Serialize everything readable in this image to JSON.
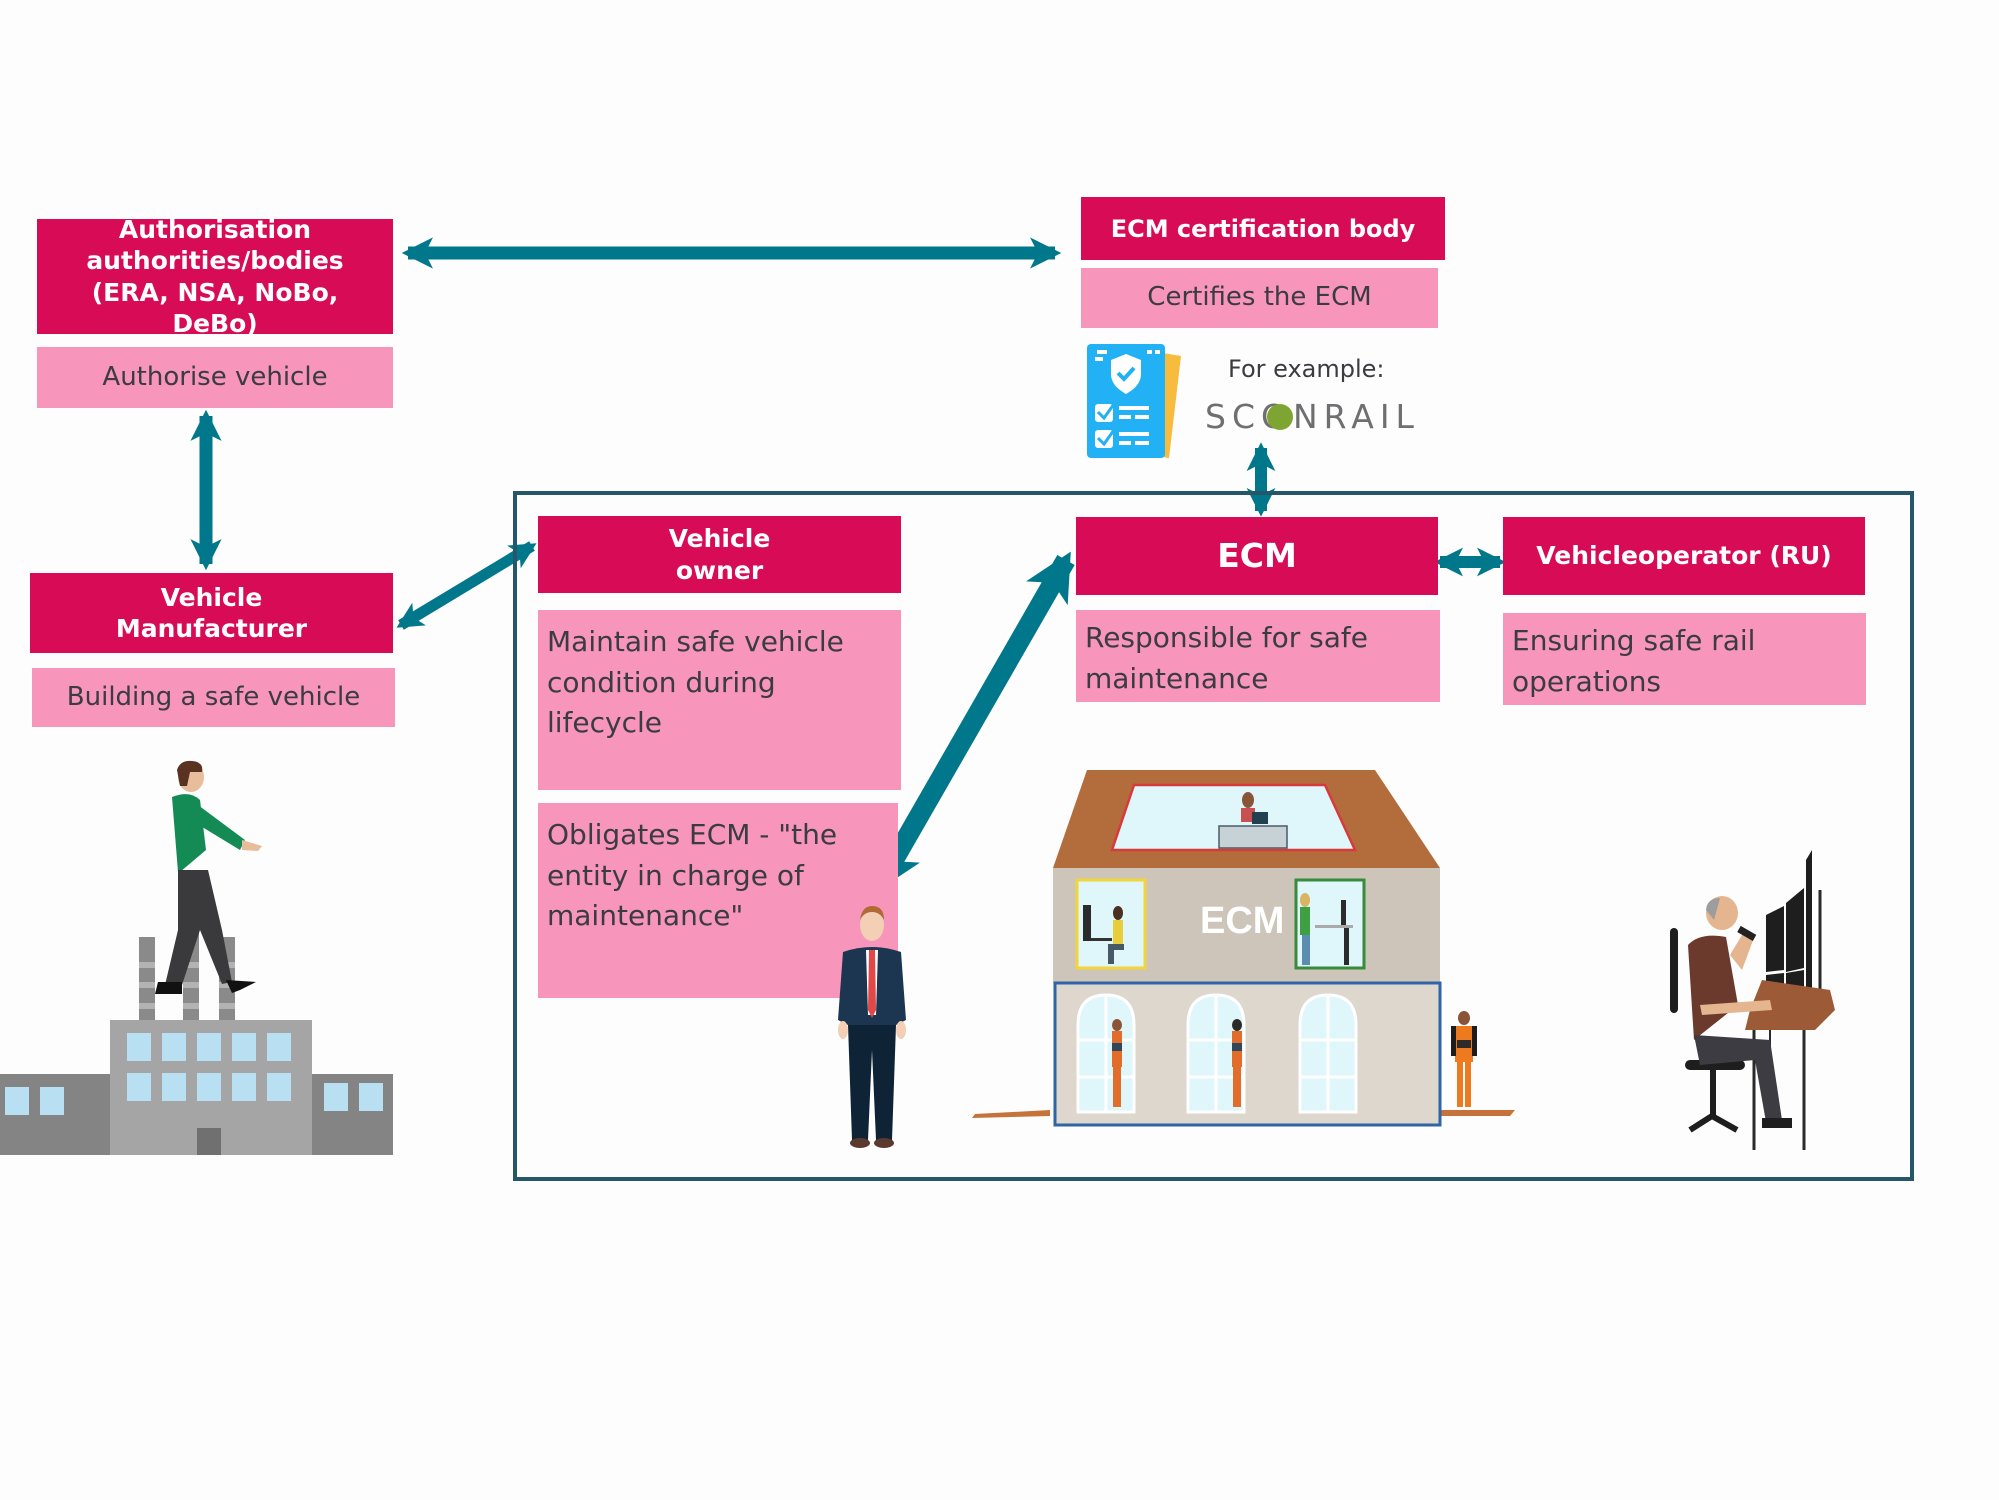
{
  "diagram": {
    "colors": {
      "header_bg": "#d80b57",
      "description_bg": "#f795ba",
      "arrow": "#00778a",
      "frame": "#25566a"
    },
    "authorisation": {
      "title": "Authorisation authorities/bodies (ERA, NSA, NoBo, DeBo)",
      "description": "Authorise vehicle"
    },
    "manufacturer": {
      "title_line1": "Vehicle",
      "title_line2": "Manufacturer",
      "description": "Building a safe vehicle"
    },
    "certification_body": {
      "title": "ECM certification body",
      "description": "Certifies the ECM",
      "example_label": "For example:",
      "example_logo": "SCONRAIL",
      "icon": "certificate-checklist-icon"
    },
    "owner": {
      "title_line1": "Vehicle",
      "title_line2": "owner",
      "description": "Maintain safe vehicle condition during lifecycle",
      "obligation": "Obligates ECM - \"the entity in charge of maintenance\""
    },
    "ecm": {
      "title": "ECM",
      "description": "Responsible for safe maintenance",
      "building_label": "ECM"
    },
    "operator": {
      "title": "Vehicleoperator (RU)",
      "description": "Ensuring safe rail operations"
    },
    "illustrations": [
      "factory-with-walking-man",
      "businessman",
      "ecm-building-with-workers",
      "operator-at-control-desk"
    ],
    "connections": [
      {
        "from": "authorisation",
        "to": "certification_body",
        "type": "bidirectional"
      },
      {
        "from": "authorisation",
        "to": "manufacturer",
        "type": "bidirectional"
      },
      {
        "from": "manufacturer",
        "to": "owner",
        "type": "bidirectional"
      },
      {
        "from": "certification_body",
        "to": "ecm",
        "type": "bidirectional"
      },
      {
        "from": "ecm",
        "to": "owner",
        "type": "bidirectional"
      },
      {
        "from": "ecm",
        "to": "operator",
        "type": "bidirectional"
      }
    ]
  }
}
